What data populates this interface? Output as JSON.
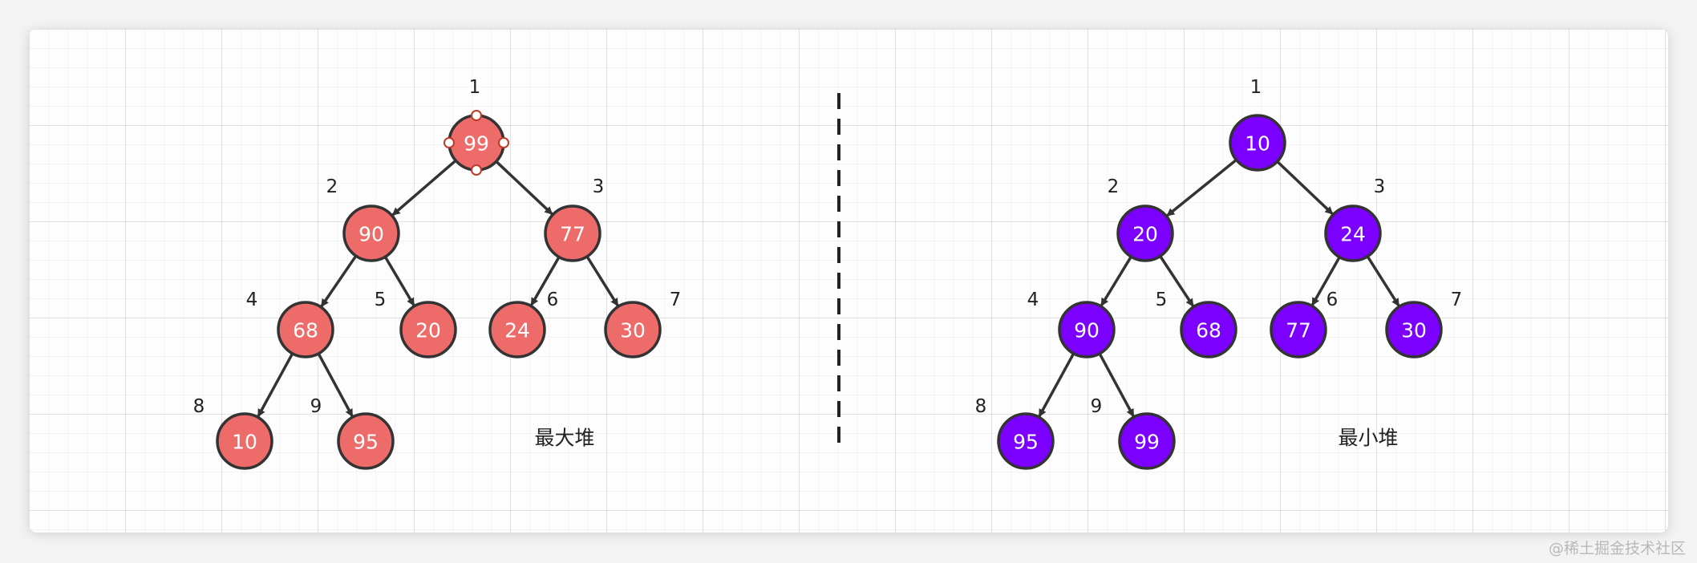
{
  "colors": {
    "max_heap_fill": "#ED6B69",
    "min_heap_fill": "#7B00FF",
    "edge": "#333333",
    "text": "#FFFFFF"
  },
  "heaps": [
    {
      "id": "max-heap",
      "caption": "最大堆",
      "fill_key": "max_heap_fill",
      "selected_node": 0,
      "nodes": [
        {
          "index": "1",
          "value": "99"
        },
        {
          "index": "2",
          "value": "90"
        },
        {
          "index": "3",
          "value": "77"
        },
        {
          "index": "4",
          "value": "68"
        },
        {
          "index": "5",
          "value": "20"
        },
        {
          "index": "6",
          "value": "24"
        },
        {
          "index": "7",
          "value": "30"
        },
        {
          "index": "8",
          "value": "10"
        },
        {
          "index": "9",
          "value": "95"
        }
      ]
    },
    {
      "id": "min-heap",
      "caption": "最小堆",
      "fill_key": "min_heap_fill",
      "selected_node": null,
      "nodes": [
        {
          "index": "1",
          "value": "10"
        },
        {
          "index": "2",
          "value": "20"
        },
        {
          "index": "3",
          "value": "24"
        },
        {
          "index": "4",
          "value": "90"
        },
        {
          "index": "5",
          "value": "68"
        },
        {
          "index": "6",
          "value": "77"
        },
        {
          "index": "7",
          "value": "30"
        },
        {
          "index": "8",
          "value": "95"
        },
        {
          "index": "9",
          "value": "99"
        }
      ]
    }
  ],
  "edges": [
    [
      0,
      1
    ],
    [
      0,
      2
    ],
    [
      1,
      3
    ],
    [
      1,
      4
    ],
    [
      2,
      5
    ],
    [
      2,
      6
    ],
    [
      3,
      7
    ],
    [
      3,
      8
    ]
  ],
  "watermark": "@稀土掘金技术社区"
}
